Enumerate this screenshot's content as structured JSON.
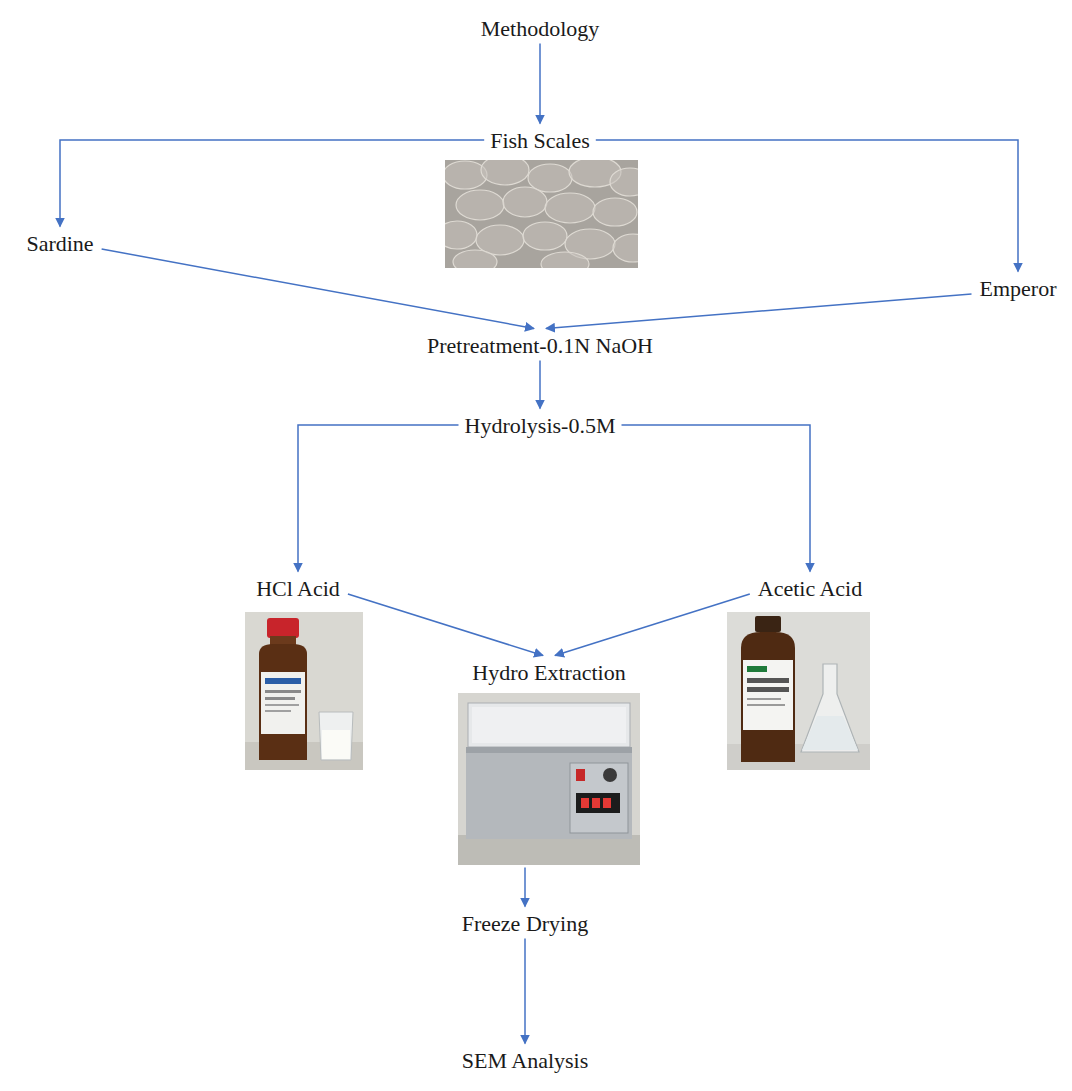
{
  "diagram": {
    "nodes": [
      {
        "text": [
          "Methodology"
        ]
      },
      {
        "text": [
          "Fish Scales"
        ]
      },
      {
        "text": [
          "Sardine"
        ]
      },
      {
        "text": [
          "Emperor"
        ]
      },
      {
        "text": [
          "Pretreatment-0.1N NaOH"
        ]
      },
      {
        "text": [
          "Hydrolysis-0.5M"
        ]
      },
      {
        "text": [
          "HCl Acid"
        ]
      },
      {
        "text": [
          "Acetic Acid"
        ]
      },
      {
        "text": [
          "Hydro Extraction"
        ]
      },
      {
        "text": [
          "Freeze Drying"
        ]
      },
      {
        "text": [
          "SEM Analysis"
        ]
      }
    ],
    "edges": [
      {
        "from": 0,
        "to": 1,
        "arrow": "to"
      },
      {
        "from": 1,
        "to": 2,
        "arrow": "to"
      },
      {
        "from": 1,
        "to": 3,
        "arrow": "to"
      },
      {
        "from": 2,
        "to": 4,
        "arrow": "to"
      },
      {
        "from": 3,
        "to": 4,
        "arrow": "to"
      },
      {
        "from": 4,
        "to": 5,
        "arrow": "to"
      },
      {
        "from": 5,
        "to": 6,
        "arrow": "to"
      },
      {
        "from": 5,
        "to": 7,
        "arrow": "to"
      },
      {
        "from": 6,
        "to": 8,
        "arrow": "to"
      },
      {
        "from": 7,
        "to": 8,
        "arrow": "to"
      },
      {
        "from": 8,
        "to": 9,
        "arrow": "to"
      },
      {
        "from": 9,
        "to": 10,
        "arrow": "to"
      }
    ]
  }
}
